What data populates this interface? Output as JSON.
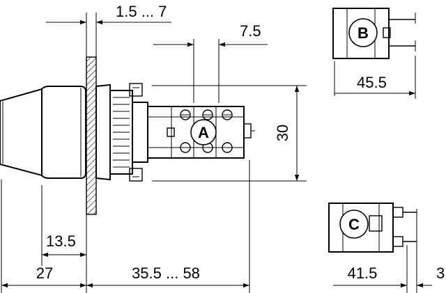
{
  "dimensions": {
    "panel_thickness": "1.5 ... 7",
    "terminal_pitch": "7.5",
    "body_height": "30",
    "view_b_width": "45.5",
    "collar_length": "13.5",
    "front_length": "27",
    "rear_length": "35.5 ... 58",
    "view_c_width": "41.5",
    "view_c_edge": "3"
  },
  "callouts": {
    "a": "A",
    "b": "B",
    "c": "C"
  }
}
